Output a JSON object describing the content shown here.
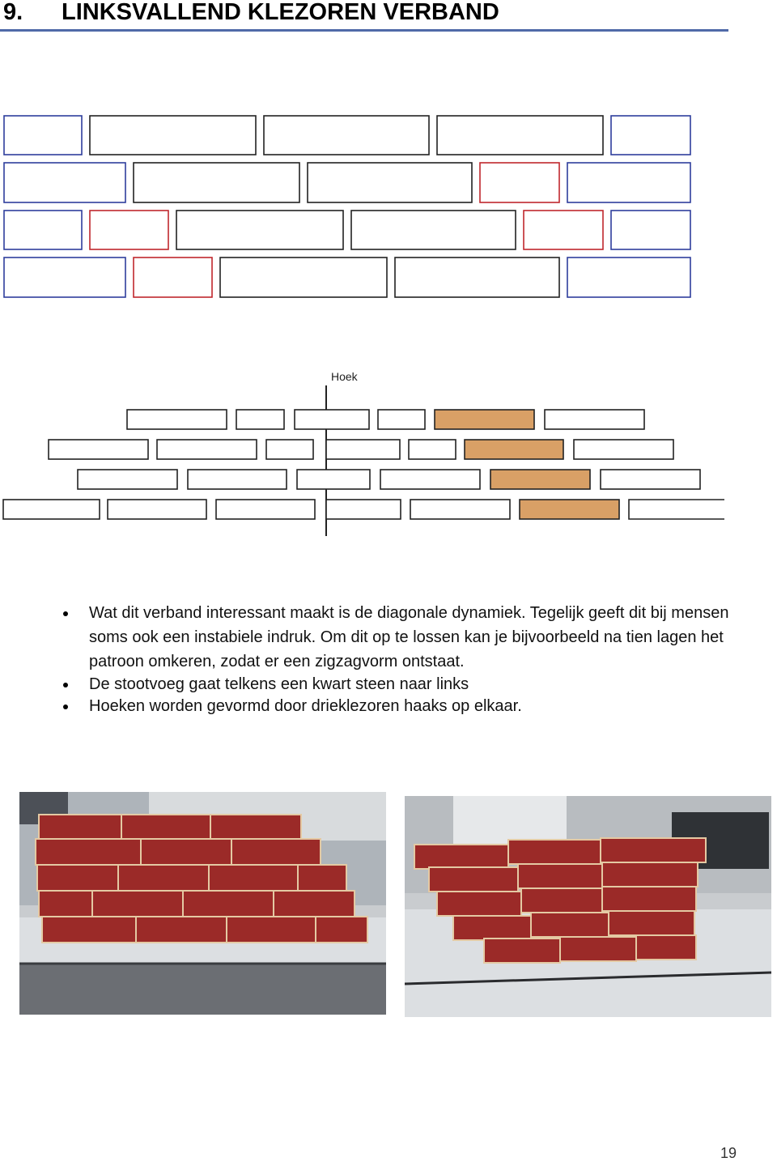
{
  "heading": {
    "number": "9.",
    "title": "LINKSVALLEND KLEZOREN VERBAND"
  },
  "colors": {
    "blue_outline": "#2e3e9c",
    "red_outline": "#c0272d",
    "dark_outline": "#222222",
    "brick_fill_tan": "#d9a066",
    "brick_red": "#9b2a28",
    "heading_rule": "#4f6aa8"
  },
  "elevation_diagram": {
    "rows": [
      [
        "header",
        "stretcher",
        "stretcher",
        "stretcher",
        "header"
      ],
      [
        "stretcher-half",
        "stretcher",
        "stretcher",
        "header-red",
        "stretcher-half"
      ],
      [
        "header",
        "header-red",
        "stretcher",
        "stretcher",
        "header-red",
        "header"
      ],
      [
        "stretcher-half",
        "header-red",
        "stretcher",
        "stretcher",
        "stretcher-half"
      ]
    ]
  },
  "corner_diagram": {
    "label": "Hoek",
    "highlighted_brick_color": "#d9a066"
  },
  "bullets": [
    "Wat dit verband interessant maakt is de diagonale dynamiek. Tegelijk geeft dit bij mensen soms ook een instabiele indruk. Om dit op te lossen kan je bijvoorbeeld na tien lagen het patroon omkeren, zodat er een zigzagvorm ontstaat.",
    "De stootvoeg gaat telkens een kwart steen naar links",
    "Hoeken worden gevormd door drieklezoren haaks op elkaar."
  ],
  "photos": [
    {
      "name": "photo-stepped-brick-wall",
      "subject": "wooden brick model on table, stepped left"
    },
    {
      "name": "photo-corner-brick-wall",
      "subject": "wooden brick model forming corner"
    }
  ],
  "page_number": "19"
}
